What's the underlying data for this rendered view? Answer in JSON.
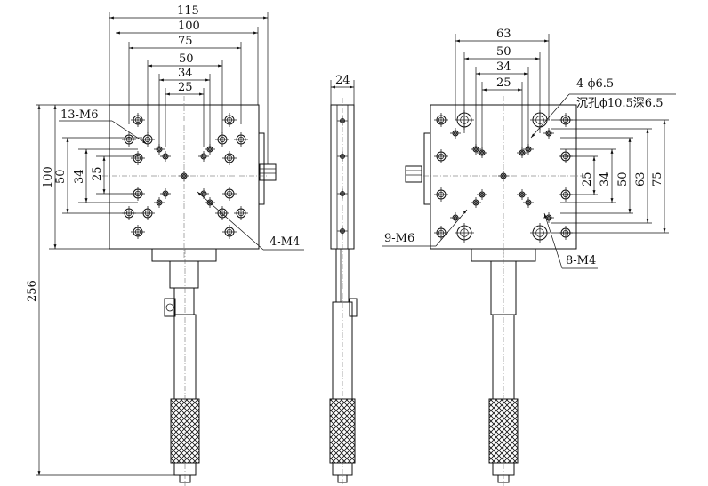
{
  "front_view": {
    "horizontal_dims": [
      "115",
      "100",
      "75",
      "50",
      "34",
      "25"
    ],
    "vertical_dims": [
      "100",
      "50",
      "34",
      "25"
    ],
    "overall_height": "256",
    "callouts": {
      "m6": "13-M6",
      "m4": "4-M4"
    }
  },
  "side_view": {
    "width_dim": "24"
  },
  "back_view": {
    "horizontal_dims": [
      "63",
      "50",
      "34",
      "25"
    ],
    "vertical_dims": [
      "25",
      "34",
      "50",
      "63",
      "75"
    ],
    "callouts": {
      "hole_dia": "4-ϕ6.5",
      "counterbore": "沉孔ϕ10.5深6.5",
      "m6": "9-M6",
      "m4": "8-M4"
    }
  }
}
